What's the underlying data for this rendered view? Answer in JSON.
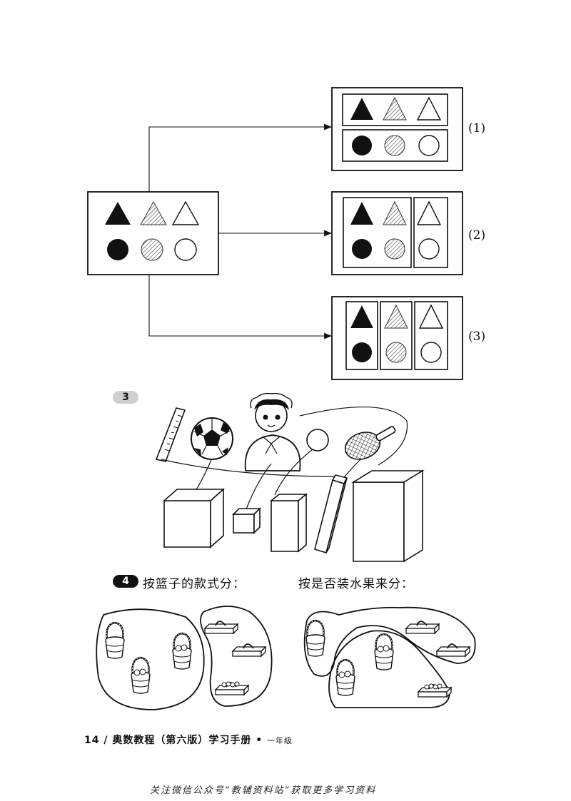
{
  "diagram": {
    "labels": [
      "(1)",
      "(2)",
      "(3)"
    ]
  },
  "q3": {
    "number": "3"
  },
  "q4": {
    "number": "4",
    "heading_left": "按篮子的款式分：",
    "heading_right": "按是否装水果来分："
  },
  "footer": {
    "text": "14 / 奥数教程（第六版）学习手册 •",
    "grade": "一年级"
  },
  "watermark": "关注微信公众号“教辅资料站”获取更多学习资料"
}
